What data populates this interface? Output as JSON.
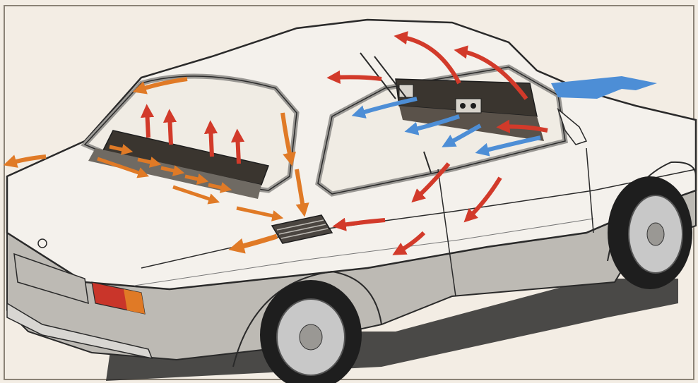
{
  "illustration": {
    "subject": "car-cabin-ventilation-airflow",
    "colors": {
      "background": "#f3ede4",
      "frame": "#8a8276",
      "body_upper": "#f4f1ec",
      "body_lower": "#bdbab4",
      "outline": "#2a2a2a",
      "glass": "#f0ece4",
      "chrome": "#9a9894",
      "interior": "#3a352f",
      "tire": "#1e1e1e",
      "hubcap": "#c8c8c8",
      "shadow": "#2b2b2b",
      "intake_air": "#4d8ed6",
      "cool_air": "#4d8ed6",
      "warm_air": "#d23a2a",
      "exhaust_air": "#e07a26",
      "tail_light": "#c9352a"
    },
    "arrows": [
      {
        "id": "fresh-air-intake",
        "kind": "intake",
        "color_key": "intake_air"
      },
      {
        "id": "defrost-windshield-1",
        "kind": "warm",
        "color_key": "warm_air"
      },
      {
        "id": "defrost-windshield-2",
        "kind": "warm",
        "color_key": "warm_air"
      },
      {
        "id": "side-window-demist",
        "kind": "warm",
        "color_key": "warm_air"
      },
      {
        "id": "dash-vent-left",
        "kind": "cool",
        "color_key": "cool_air"
      },
      {
        "id": "dash-vent-center-1",
        "kind": "cool",
        "color_key": "cool_air"
      },
      {
        "id": "dash-vent-center-2",
        "kind": "cool",
        "color_key": "cool_air"
      },
      {
        "id": "dash-vent-right",
        "kind": "cool",
        "color_key": "cool_air"
      },
      {
        "id": "footwell-front",
        "kind": "warm",
        "color_key": "warm_air"
      },
      {
        "id": "door-floor-1",
        "kind": "warm",
        "color_key": "warm_air"
      },
      {
        "id": "door-floor-2",
        "kind": "warm",
        "color_key": "warm_air"
      },
      {
        "id": "rear-footwell",
        "kind": "warm",
        "color_key": "warm_air"
      },
      {
        "id": "cabin-floor",
        "kind": "warm",
        "color_key": "warm_air"
      },
      {
        "id": "rear-shelf-up-1",
        "kind": "warm",
        "color_key": "warm_air"
      },
      {
        "id": "rear-shelf-up-2",
        "kind": "warm",
        "color_key": "warm_air"
      },
      {
        "id": "rear-shelf-up-3",
        "kind": "warm",
        "color_key": "warm_air"
      },
      {
        "id": "rear-shelf-up-4",
        "kind": "warm",
        "color_key": "warm_air"
      },
      {
        "id": "rear-window-out",
        "kind": "exhaust",
        "color_key": "exhaust_air"
      },
      {
        "id": "rear-exhaust-left",
        "kind": "exhaust",
        "color_key": "exhaust_air"
      },
      {
        "id": "c-pillar-down",
        "kind": "exhaust",
        "color_key": "exhaust_air"
      },
      {
        "id": "c-pillar-down-2",
        "kind": "exhaust",
        "color_key": "exhaust_air"
      },
      {
        "id": "extractor-vent-out",
        "kind": "exhaust",
        "color_key": "exhaust_air"
      },
      {
        "id": "shelf-flow-1",
        "kind": "exhaust",
        "color_key": "exhaust_air"
      },
      {
        "id": "shelf-flow-2",
        "kind": "exhaust",
        "color_key": "exhaust_air"
      },
      {
        "id": "shelf-flow-3",
        "kind": "exhaust",
        "color_key": "exhaust_air"
      },
      {
        "id": "shelf-flow-4",
        "kind": "exhaust",
        "color_key": "exhaust_air"
      },
      {
        "id": "shelf-flow-5",
        "kind": "exhaust",
        "color_key": "exhaust_air"
      },
      {
        "id": "shelf-flow-6",
        "kind": "exhaust",
        "color_key": "exhaust_air"
      },
      {
        "id": "shelf-edge-left",
        "kind": "exhaust",
        "color_key": "exhaust_air"
      },
      {
        "id": "shelf-edge-right",
        "kind": "exhaust",
        "color_key": "exhaust_air"
      }
    ]
  }
}
